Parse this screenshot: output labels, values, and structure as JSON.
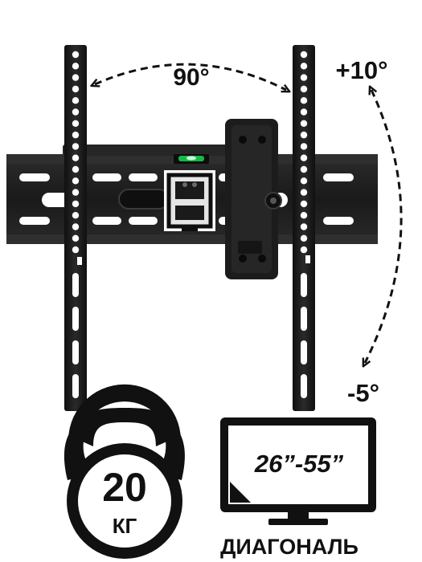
{
  "labels": {
    "swivel_angle": "90°",
    "tilt_up": "+10°",
    "tilt_down": "-5°",
    "weight_value": "20",
    "weight_unit": "КГ",
    "screen_size": "26”-55”",
    "diagonal": "ДИАГОНАЛЬ"
  },
  "colors": {
    "metal": "#1e1e1e",
    "metal_dark": "#0d0d0d",
    "metal_light": "#3a3a3a",
    "level_glass": "#16b84a",
    "text": "#111111",
    "background": "#ffffff"
  },
  "icons": {
    "weight": "kettlebell-icon",
    "screen": "monitor-icon"
  }
}
